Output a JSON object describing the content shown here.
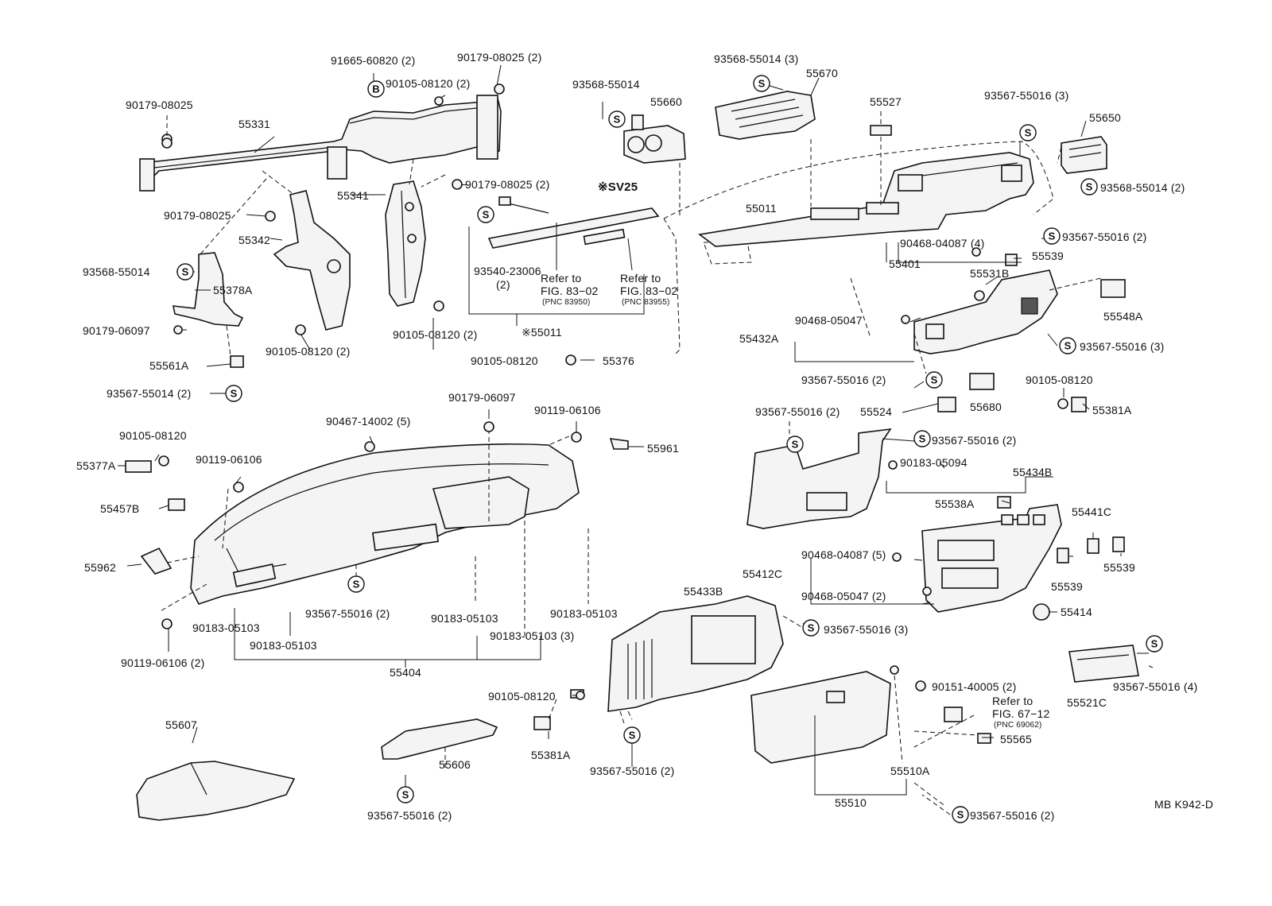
{
  "labels": {
    "p55331": "55331",
    "p91665": "91665-60820 (2)",
    "p90179a": "90179-08025 (2)",
    "p90105a": "90105-08120 (2)",
    "p90179b": "90179-08025",
    "p90179c": "90179-08025 (2)",
    "p90179d": "90179-08025",
    "p55342": "55342",
    "p55341": "55341",
    "p93568a": "93568-55014",
    "p55378a": "55378A",
    "p90179e": "90179-06097",
    "p90105b": "90105-08120 (2)",
    "p90105c": "90105-08120 (2)",
    "p55561a": "55561A",
    "p93567a": "93567-55014 (2)",
    "p93568b": "93568-55014",
    "p55660": "55660",
    "sv25": "※SV25",
    "p93540": "93540-23006",
    "p93540q": "(2)",
    "ref1a": "Refer to",
    "ref1b": "FIG. 83−02",
    "ref1c": "(PNC 83950)",
    "ref2a": "Refer to",
    "ref2b": "FIG. 83−02",
    "ref2c": "(PNC 83955)",
    "p55011x": "※55011",
    "p90105d": "90105-08120",
    "p55376": "55376",
    "p93568c": "93568-55014 (3)",
    "p55670": "55670",
    "p55011": "55011",
    "p55527": "55527",
    "p93567b": "93567-55016 (3)",
    "p55650": "55650",
    "p93568d": "93568-55014 (2)",
    "p93567c": "93567-55016 (2)",
    "p90468a": "90468-04087 (4)",
    "p55401": "55401",
    "p55539a": "55539",
    "p55531b": "55531B",
    "p55548a": "55548A",
    "p90468b": "90468-05047",
    "p55432a": "55432A",
    "p93567d": "93567-55016 (3)",
    "p93567e": "93567-55016 (2)",
    "p90105e": "90105-08120",
    "p55680": "55680",
    "p55381a": "55381A",
    "p90105f": "90105-08120",
    "p55377a": "55377A",
    "p90119a": "90119-06106",
    "p90467": "90467-14002 (5)",
    "p90179f": "90179-06097",
    "p90119b": "90119-06106",
    "p55961": "55961",
    "p55457b": "55457B",
    "p55962": "55962",
    "p90183a": "90183-05103",
    "p90183b": "90183-05103",
    "p93567f": "93567-55016 (2)",
    "p90183c": "90183-05103",
    "p90183d": "90183-05103 (3)",
    "p90183e": "90183-05103",
    "p90119c": "90119-06106 (2)",
    "p55404": "55404",
    "p93567g": "93567-55016 (2)",
    "p55524": "55524",
    "p93567h": "93567-55016 (2)",
    "p90183f": "90183-05094",
    "p55434b": "55434B",
    "p55538a": "55538A",
    "p55441c": "55441C",
    "p90468c": "90468-04087 (5)",
    "p55412c": "55412C",
    "p90468d": "90468-05047 (2)",
    "p55539b": "55539",
    "p55539c": "55539",
    "p55414": "55414",
    "p55433b": "55433B",
    "p93567i": "93567-55016 (3)",
    "p90105g": "90105-08120",
    "p90151": "90151-40005 (2)",
    "ref3a": "Refer to",
    "ref3b": "FIG. 67−12",
    "ref3c": "(PNC 69062)",
    "p55565": "55565",
    "p55521c": "55521C",
    "p93567j": "93567-55016 (4)",
    "p55607": "55607",
    "p55606": "55606",
    "p55381b": "55381A",
    "p93567k": "93567-55016 (2)",
    "p93567l": "93567-55016 (2)",
    "p55510a": "55510A",
    "p55510": "55510",
    "p93567m": "93567-55016 (2)",
    "code": "MB K942-D"
  },
  "symbols": {
    "screw": "S",
    "bolt": "B"
  }
}
